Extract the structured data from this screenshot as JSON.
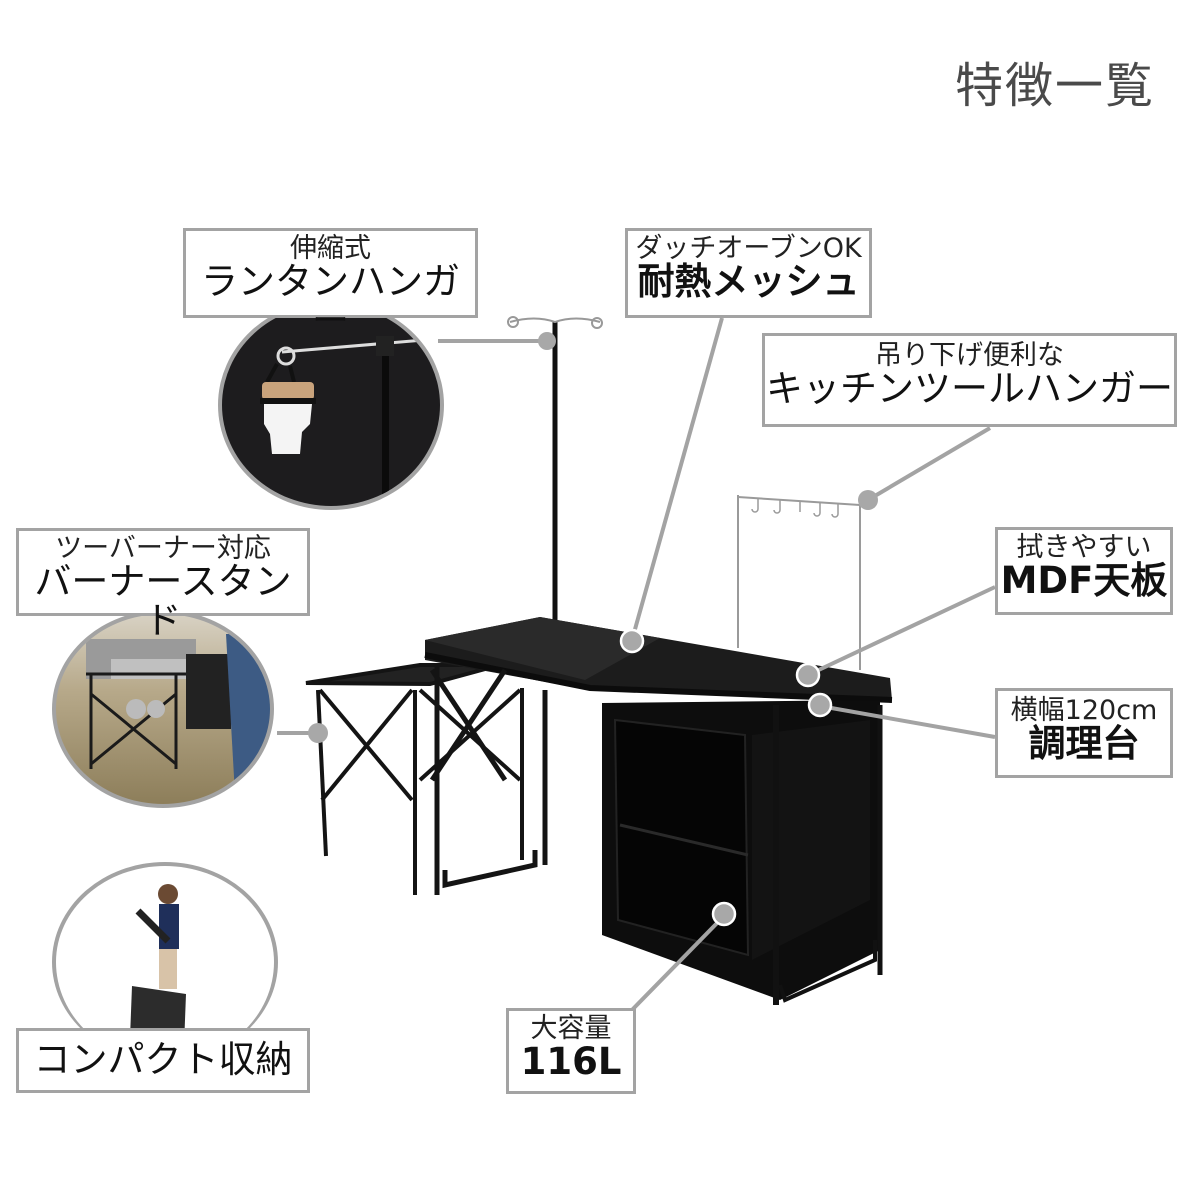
{
  "page_title": "特徴一覧",
  "callouts": {
    "lantern_hanger": {
      "sub": "伸縮式",
      "main": "ランタンハンガー"
    },
    "mesh": {
      "sub": "ダッチオーブンOK",
      "main": "耐熱メッシュ"
    },
    "tool_hanger": {
      "sub": "吊り下げ便利な",
      "main": "キッチンツールハンガー"
    },
    "burner_stand": {
      "sub": "ツーバーナー対応",
      "main": "バーナースタンド"
    },
    "mdf_top": {
      "sub": "拭きやすい",
      "main": "MDF天板"
    },
    "cooking_table": {
      "sub": "横幅120cm",
      "main": "調理台"
    },
    "capacity": {
      "sub": "大容量",
      "main": "116L"
    },
    "compact": {
      "main": "コンパクト収納"
    }
  },
  "colors": {
    "callout_border": "#a3a3a3",
    "leader_line": "#a3a3a3",
    "marker_dot": "#a8a8a8",
    "title_text": "#4a4a4a",
    "product": "#141414"
  }
}
